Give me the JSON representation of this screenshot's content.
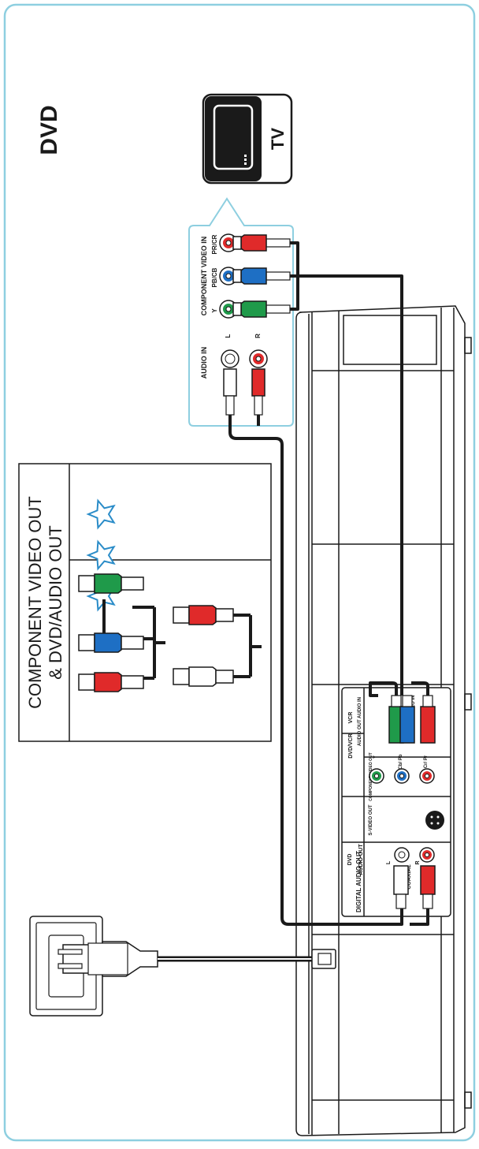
{
  "title": "DVD",
  "tv_label": "TV",
  "legend": {
    "heading_line1": "COMPONENT VIDEO OUT",
    "heading_line2": "& DVD/AUDIO OUT",
    "rating_stars": 3
  },
  "tv_panel": {
    "audio_in": "AUDIO IN",
    "audio_l": "L",
    "audio_r": "R",
    "component_video_in": "COMPONENT VIDEO IN",
    "y": "Y",
    "pb_cb": "PB/CB",
    "pr_cr": "PR/CR"
  },
  "device_panel": {
    "dvd_vcr": "DVD/VCR",
    "vcr": "VCR",
    "audio_out_audio_in": "AUDIO OUT AUDIO IN",
    "video_out_video_in": "VIDEO OUT VIDEO IN",
    "component_video_out": "COMPONENT VIDEO OUT",
    "y": "Y",
    "cb_pb": "Cb/ Pb",
    "cr_pr": "Cr/ Pr",
    "s_video_out": "S-VIDEO OUT",
    "dvd": "DVD",
    "audio_out": "AUDIO OUT",
    "l": "L",
    "r": "R",
    "coaxial": "COAXIAL",
    "digital_audio_out": "DIGITAL AUDIO OUT"
  },
  "colors": {
    "frame": "#8ecfe0",
    "green": "#1f9a4a",
    "blue": "#1e6fc4",
    "red": "#e02a2a",
    "white": "#ffffff",
    "cable": "#1a1a1a",
    "star": "#2a8cc8"
  }
}
